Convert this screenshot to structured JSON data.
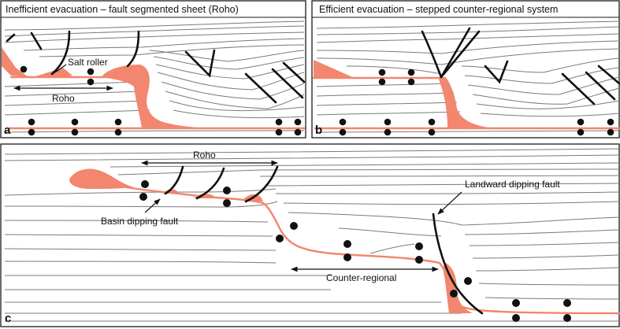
{
  "colors": {
    "salt": "#f2866e",
    "strata": "#7a7a7a",
    "fault": "#111111",
    "frame": "#1a1a1a"
  },
  "panels": {
    "a": {
      "title": "Inefficient evacuation – fault segmented sheet (Roho)",
      "letter": "a",
      "label_salt_roller": "Salt roller",
      "label_roho": "Roho"
    },
    "b": {
      "title": "Efficient evacuation – stepped counter-regional system",
      "letter": "b"
    },
    "c": {
      "letter": "c",
      "label_roho": "Roho",
      "label_basin_fault": "Basin dipping fault",
      "label_landward_fault": "Landward dipping fault",
      "label_counter_regional": "Counter-regional"
    }
  }
}
